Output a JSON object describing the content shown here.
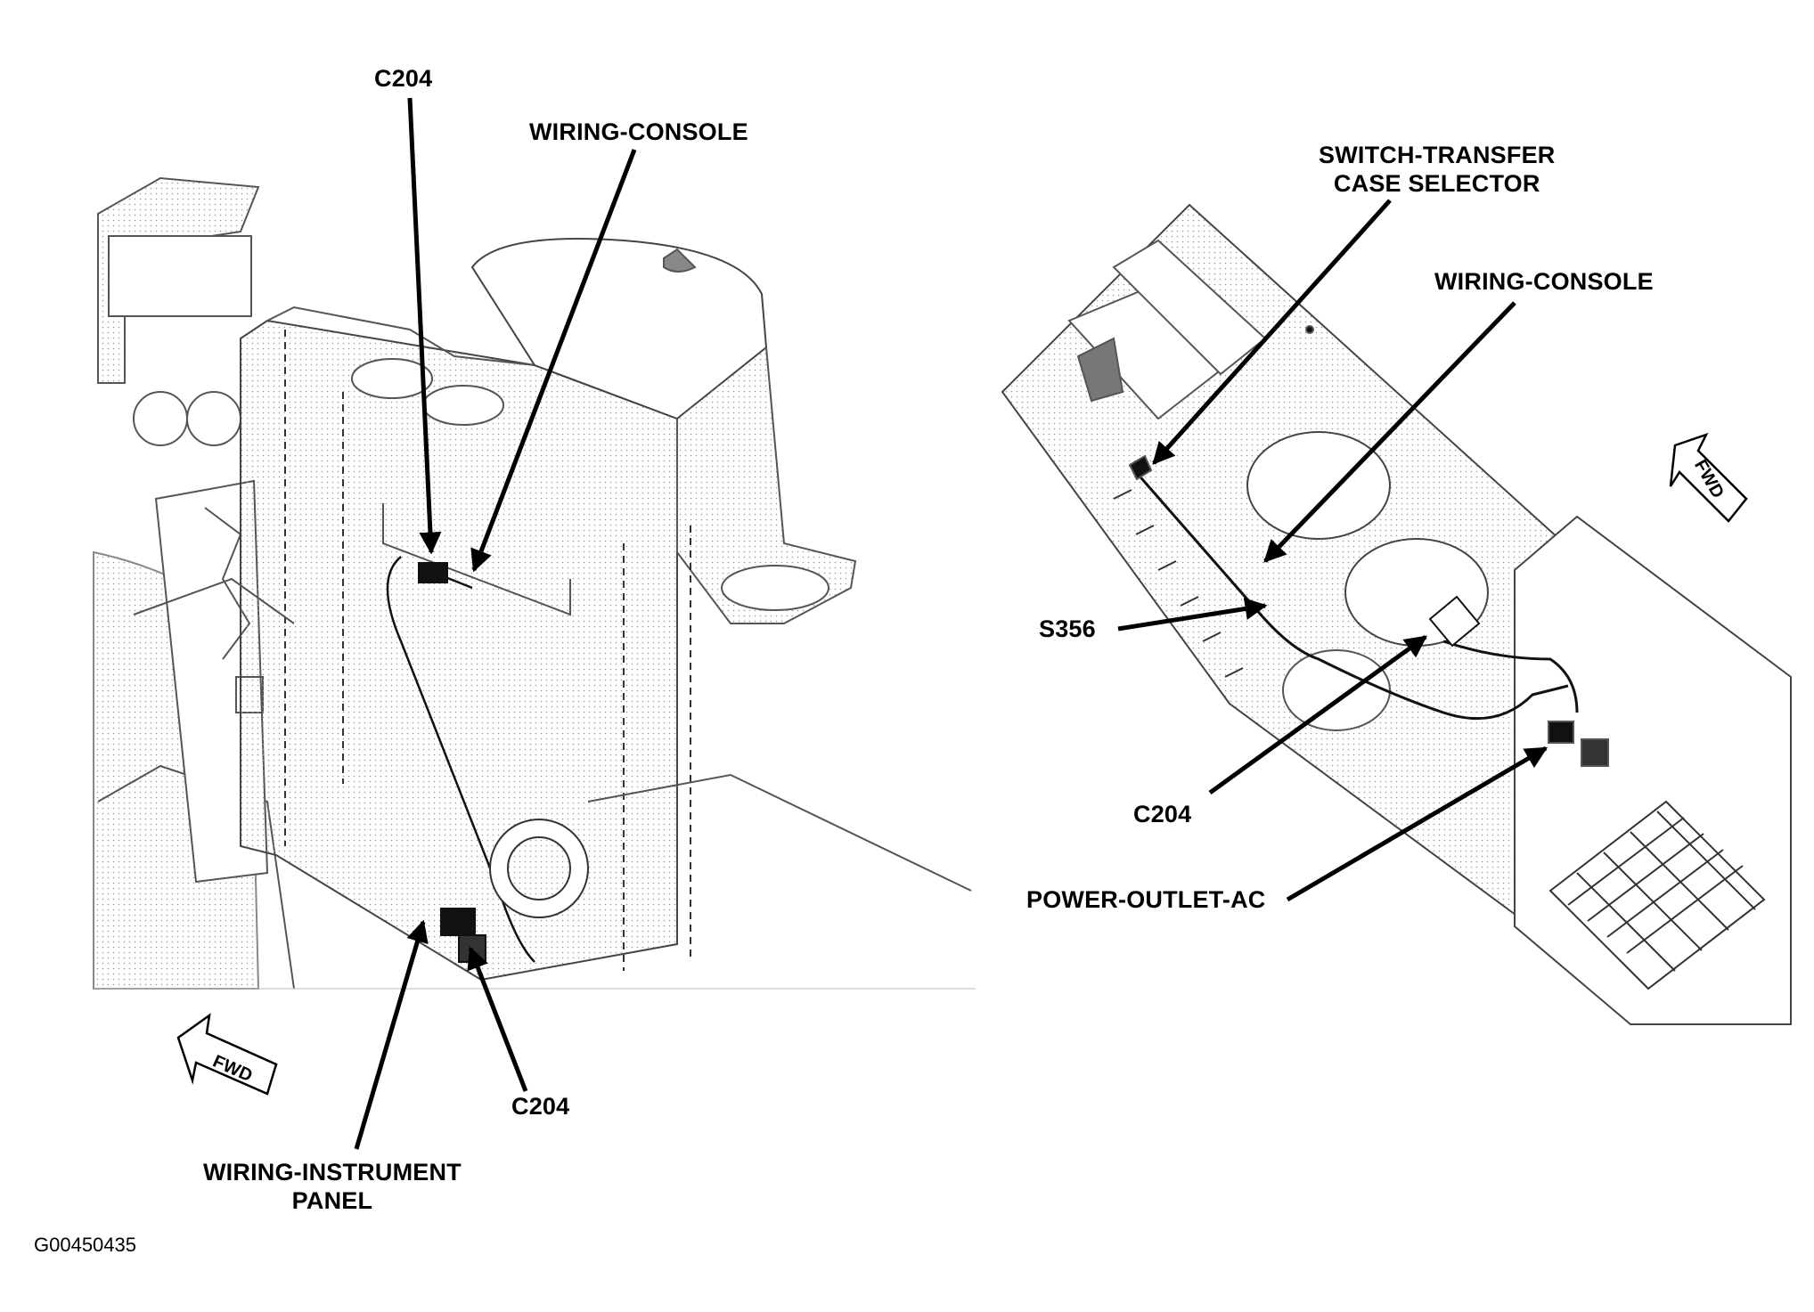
{
  "left_view": {
    "labels": {
      "c204_top": "C204",
      "wiring_console": "WIRING-CONSOLE",
      "c204_bottom": "C204",
      "wiring_instrument_panel_line1": "WIRING-INSTRUMENT",
      "wiring_instrument_panel_line2": "PANEL"
    },
    "fwd_text": "FWD"
  },
  "right_view": {
    "labels": {
      "switch_transfer_line1": "SWITCH-TRANSFER",
      "switch_transfer_line2": "CASE SELECTOR",
      "wiring_console": "WIRING-CONSOLE",
      "s356": "S356",
      "c204": "C204",
      "power_outlet_ac": "POWER-OUTLET-AC"
    },
    "fwd_text": "FWD"
  },
  "figure_id": "G00450435"
}
